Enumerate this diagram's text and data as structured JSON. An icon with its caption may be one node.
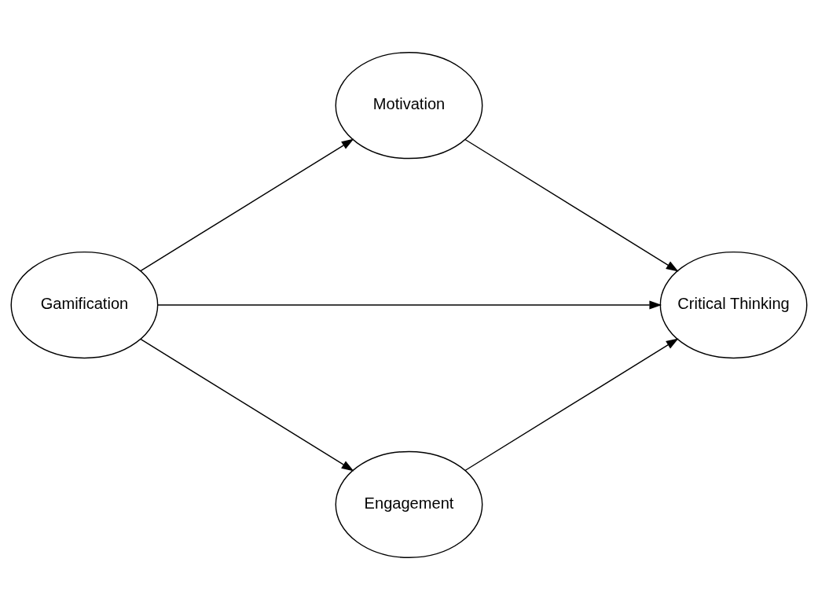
{
  "diagram": {
    "nodes": [
      {
        "text": [
          "Motivation"
        ]
      },
      {
        "text": [
          "Gamification"
        ]
      },
      {
        "text": [
          "Critical Thinking"
        ]
      },
      {
        "text": [
          "Engagement"
        ]
      }
    ],
    "edges": [
      {
        "from": 1,
        "to": 0,
        "arrow": "to"
      },
      {
        "from": 0,
        "to": 2,
        "arrow": "to"
      },
      {
        "from": 1,
        "to": 2,
        "arrow": "to"
      },
      {
        "from": 1,
        "to": 3,
        "arrow": "to"
      },
      {
        "from": 3,
        "to": 2,
        "arrow": "to"
      }
    ]
  }
}
